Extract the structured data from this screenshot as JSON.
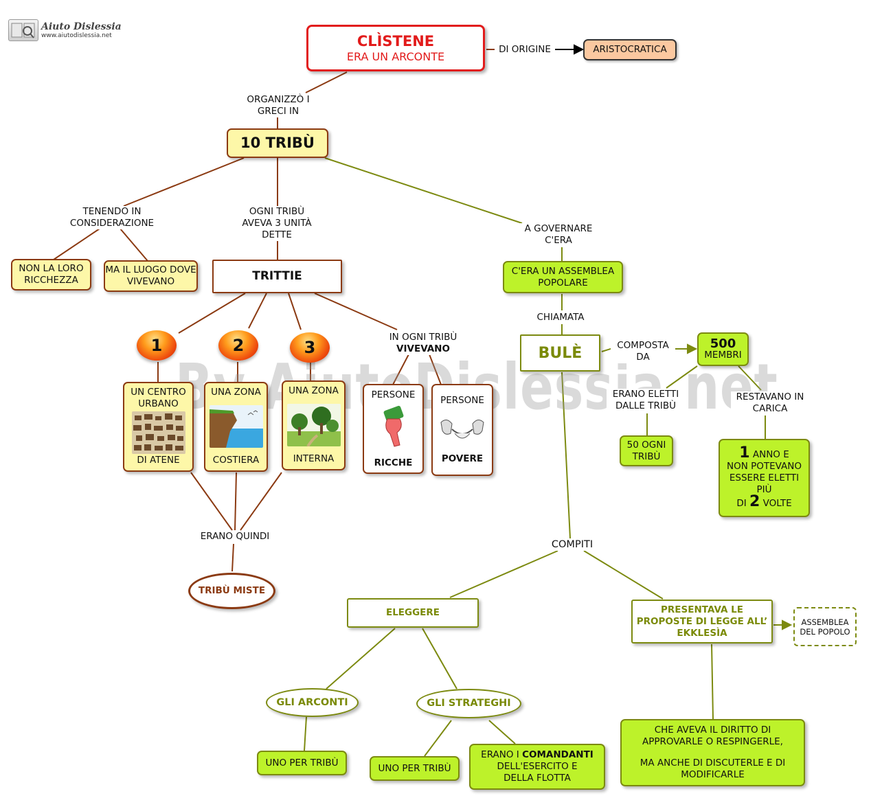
{
  "logo": {
    "title": "Aiuto Dislessia",
    "url": "www.aiutodislessia.net"
  },
  "watermark": "By AiutoDislessia.net",
  "nodes": {
    "clistene": {
      "title": "CLÌSTENE",
      "subtitle": "ERA UN ARCONTE"
    },
    "aristocratica": "ARISTOCRATICA",
    "tribu10": "10 TRIBÙ",
    "ricchezza": "NON LA LORO RICCHEZZA",
    "luogo": "MA IL LUOGO DOVE VIVEVANO",
    "trittie": "TRITTIE",
    "num1": "1",
    "num2": "2",
    "num3": "3",
    "card1": {
      "top": "UN CENTRO URBANO",
      "bottom": "DI ATENE"
    },
    "card2": {
      "top": "UNA ZONA",
      "bottom": "COSTIERA"
    },
    "card3": {
      "top": "UNA ZONA",
      "bottom": "INTERNA"
    },
    "ricche": {
      "top": "PERSONE",
      "bottom": "RICCHE"
    },
    "povere": {
      "top": "PERSONE",
      "bottom": "POVERE"
    },
    "tribu_miste": "TRIBÙ MISTE",
    "assemblea_popolare": "C'ERA UN ASSEMBLEA POPOLARE",
    "bule": "BULÈ",
    "membri": {
      "num": "500",
      "text": "MEMBRI"
    },
    "cinquanta": "50 OGNI TRIBÙ",
    "anno": {
      "n1": "1",
      "t1": "ANNO E",
      "t2": "NON POTEVANO ESSERE ELETTI PIÙ",
      "t3a": "DI",
      "n2": "2",
      "t3b": "VOLTE"
    },
    "eleggere": "ELEGGERE",
    "presentava": "PRESENTAVA LE PROPOSTE DI LEGGE ALL’ EKKLESÌA",
    "assemblea_popolo": "ASSEMBLEA DEL POPOLO",
    "arconti": "GLI ARCONTI",
    "strateghi": "GLI STRATEGHI",
    "uno_tribu_1": "UNO PER TRIBÙ",
    "uno_tribu_2": "UNO PER TRIBÙ",
    "comandanti": {
      "a": "ERANO I",
      "b": "COMANDANTI",
      "c": "DELL'ESERCITO E DELLA FLOTTA"
    },
    "diritto": {
      "a": "CHE  AVEVA IL DIRITTO DI APPROVARLE O RESPINGERLE,",
      "b": "MA ANCHE DI DISCUTERLE E DI MODIFICARLE"
    }
  },
  "labels": {
    "di_origine": "DI ORIGINE",
    "organizzo": "ORGANIZZÒ I GRECI IN",
    "tenendo": "TENENDO IN CONSIDERAZIONE",
    "ogni_tribu": "OGNI TRIBÙ AVEVA 3 UNITÀ DETTE",
    "a_governare": "A GOVERNARE C'ERA",
    "in_ogni_tribu": "IN OGNI TRIBÙ",
    "vivevano": "VIVEVANO",
    "chiamata": "CHIAMATA",
    "composta": "COMPOSTA DA",
    "erano_eletti": "ERANO ELETTI DALLE TRIBÙ",
    "restavano": "RESTAVANO IN CARICA",
    "erano_quindi": "ERANO QUINDI",
    "compiti": "COMPITI"
  },
  "colors": {
    "brown": "#8b3a12",
    "olive": "#7c8a10",
    "red": "#e21b1b",
    "yellow": "#fdf7a8",
    "green": "#bdf22a",
    "salmon": "#fbc8a0"
  }
}
